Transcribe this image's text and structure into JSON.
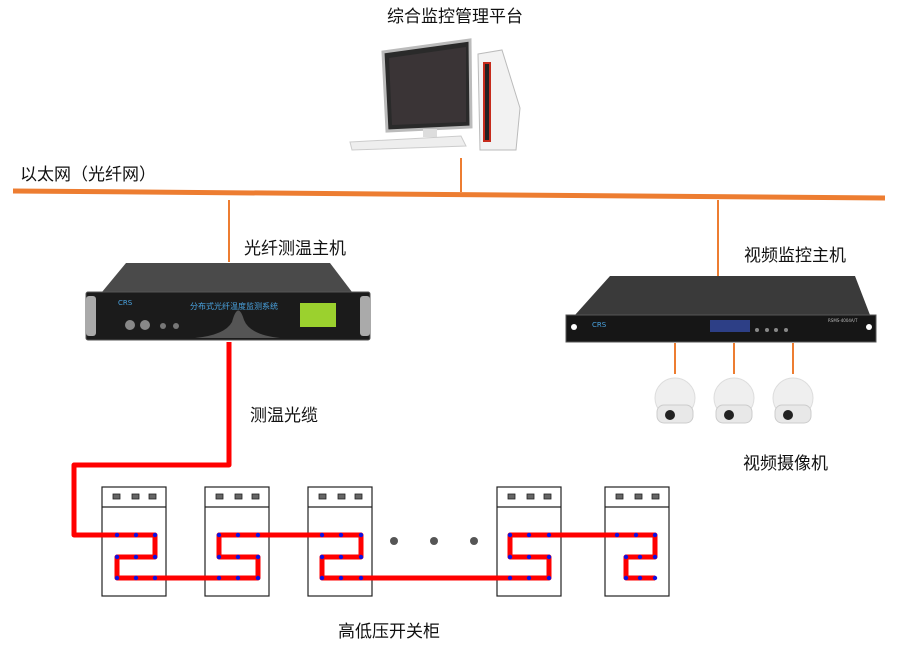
{
  "title": "综合监控管理平台",
  "network_label": "以太网（光纤网）",
  "fiber_host": {
    "label": "光纤测温主机",
    "panel_text": "分布式光纤温度监测系统",
    "brand": "CRS"
  },
  "video_host": {
    "label": "视频监控主机",
    "brand": "CRS",
    "model": "RSMS-4004A/T"
  },
  "cable_label": "测温光缆",
  "camera_label": "视频摄像机",
  "camera_count": 3,
  "cabinet_label": "高低压开关柜",
  "cabinet_count_shown": 5,
  "colors": {
    "network": "#ED7D31",
    "fiber_cable": "#FF0000",
    "sensor_point": "#1010E0",
    "cabinet_border": "#222222"
  }
}
